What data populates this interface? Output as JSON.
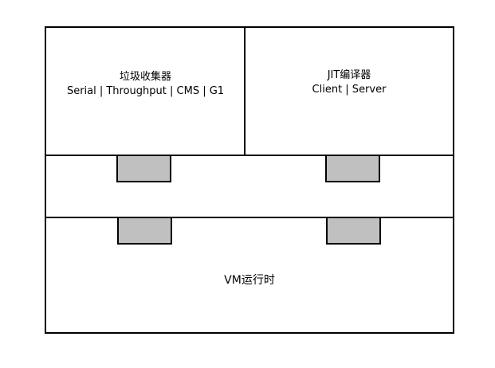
{
  "diagram": {
    "gc": {
      "title": "垃圾收集器",
      "options": "Serial | Throughput | CMS | G1"
    },
    "jit": {
      "title": "JIT编译器",
      "options": "Client | Server"
    },
    "runtime": {
      "title": "VM运行时"
    },
    "colors": {
      "border": "#000000",
      "connector_fill": "#c0c0c0",
      "background": "#ffffff"
    }
  }
}
